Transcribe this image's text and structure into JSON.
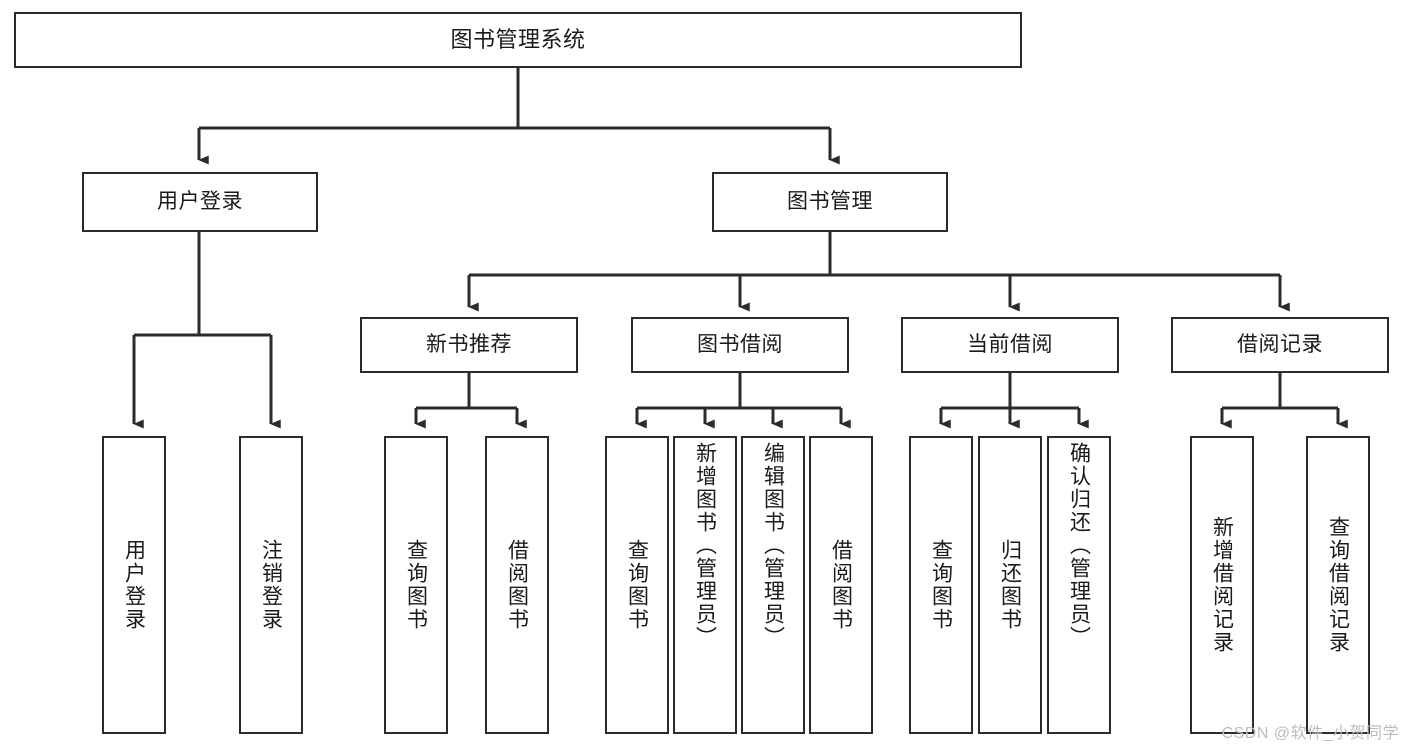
{
  "diagram": {
    "type": "hierarchy-tree",
    "title": "图书管理系统",
    "watermark": "CSDN @软件_小贺同学",
    "colors": {
      "box_border": "#2b2b2b",
      "box_fill": "#ffffff",
      "connector": "#2b2b2b",
      "text": "#1a1a1a",
      "watermark": "#bdbdbd",
      "background": "#ffffff"
    },
    "levels": {
      "root": {
        "label": "图书管理系统"
      },
      "level2": [
        {
          "label": "用户登录"
        },
        {
          "label": "图书管理"
        }
      ],
      "level3": [
        {
          "label": "新书推荐"
        },
        {
          "label": "图书借阅"
        },
        {
          "label": "当前借阅"
        },
        {
          "label": "借阅记录"
        }
      ],
      "leaves": {
        "user_login": [
          {
            "label": "用户登录"
          },
          {
            "label": "注销登录"
          }
        ],
        "new_book_recommend": [
          {
            "label": "查询图书"
          },
          {
            "label": "借阅图书"
          }
        ],
        "book_borrow": [
          {
            "label": "查询图书"
          },
          {
            "label": "新增图书（管理员）"
          },
          {
            "label": "编辑图书（管理员）"
          },
          {
            "label": "借阅图书"
          }
        ],
        "current_borrow": [
          {
            "label": "查询图书"
          },
          {
            "label": "归还图书"
          },
          {
            "label": "确认归还（管理员）"
          }
        ],
        "borrow_record": [
          {
            "label": "新增借阅记录"
          },
          {
            "label": "查询借阅记录"
          }
        ]
      }
    }
  }
}
